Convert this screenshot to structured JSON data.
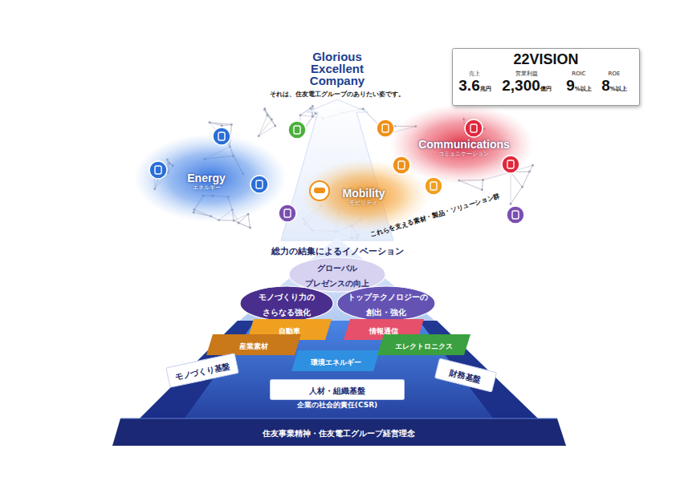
{
  "diagram": {
    "title": "Glorious Excellent Company",
    "caption": "それは、住友電工グループのありたい姿です。",
    "nodes": [
      {
        "text": [
          "22VISION"
        ]
      },
      {
        "text": [
          "売上",
          "3.6",
          "兆円"
        ],
        "in": 0
      },
      {
        "text": [
          "営業利益",
          "2,300",
          "億円"
        ],
        "in": 0
      },
      {
        "text": [
          "ROIC",
          "9",
          "%以上"
        ],
        "in": 0
      },
      {
        "text": [
          "ROE",
          "8",
          "%以上"
        ],
        "in": 0
      },
      {
        "text": [
          "Energy",
          "エネルギー"
        ]
      },
      {
        "text": [
          "Mobility",
          "モビリティ"
        ]
      },
      {
        "text": [
          "Communications",
          "コミュニケーション"
        ]
      },
      {
        "text": [
          "グローバル プレゼンスの向上"
        ]
      },
      {
        "text": [
          "モノづくり力の さらなる強化"
        ]
      },
      {
        "text": [
          "トップテクノロジーの 創出・強化"
        ]
      },
      {
        "text": [
          "自動車"
        ]
      },
      {
        "text": [
          "情報通信"
        ]
      },
      {
        "text": [
          "産業素材"
        ]
      },
      {
        "text": [
          "環境エネルギー"
        ]
      },
      {
        "text": [
          "エレクトロニクス"
        ]
      },
      {
        "text": [
          "モノづくり基盤"
        ]
      },
      {
        "text": [
          "財務基盤"
        ]
      },
      {
        "text": [
          "人材・組織基盤"
        ]
      },
      {
        "text": [
          "住友事業精神・住友電工グループ経営理念"
        ]
      }
    ],
    "labels": [
      "総力の結集によるイノベーション",
      "これらを支える素材・製品・ソリューション群",
      "企業の社会的責任(CSR)"
    ]
  }
}
